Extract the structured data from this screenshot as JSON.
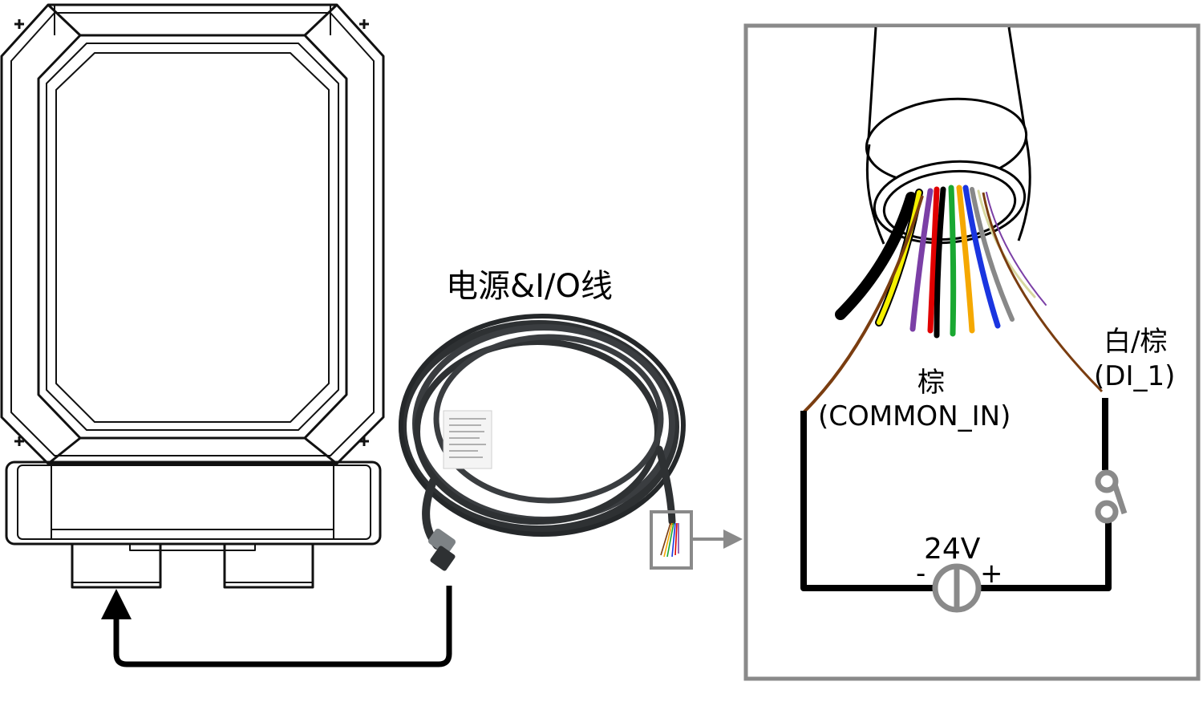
{
  "cable_title": "电源&I/O线",
  "wires": {
    "left_name": "棕",
    "left_signal": "(COMMON_IN)",
    "right_name": "白/棕",
    "right_signal": "(DI_1)"
  },
  "source": {
    "voltage": "24V",
    "minus": "-",
    "plus": "+"
  },
  "wire_colors": [
    "#000000",
    "#f5f000",
    "#7a3d10",
    "#7b3fa6",
    "#e00000",
    "#000000",
    "#1aa832",
    "#f5a800",
    "#1a35e0",
    "#888888",
    "#f2f2c0",
    "#7a3d10",
    "#7b3fa6"
  ],
  "colors": {
    "frame": "#8a8a8a",
    "cable": "#2e3133",
    "brown": "#7a3d10"
  }
}
